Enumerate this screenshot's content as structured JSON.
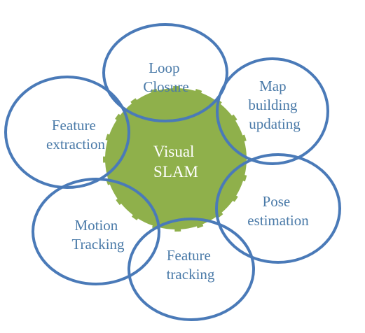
{
  "colors": {
    "center_fill": "#8fb04b",
    "center_text": "#ffffff",
    "center_border": "#ffffff",
    "node_stroke": "#4a7ab8",
    "node_text": "#4a7aa8"
  },
  "center": {
    "line1": "Visual",
    "line2": "SLAM"
  },
  "nodes": {
    "loop_closure": {
      "line1": "Loop",
      "line2": "Closure"
    },
    "map_building": {
      "line1": "Map",
      "line2": "building",
      "line3": "updating"
    },
    "pose_estimation": {
      "line1": "Pose",
      "line2": "estimation"
    },
    "feature_tracking": {
      "line1": "Feature",
      "line2": "tracking"
    },
    "motion_tracking": {
      "line1": "Motion",
      "line2": "Tracking"
    },
    "feature_extraction": {
      "line1": "Feature",
      "line2": "extraction"
    }
  }
}
